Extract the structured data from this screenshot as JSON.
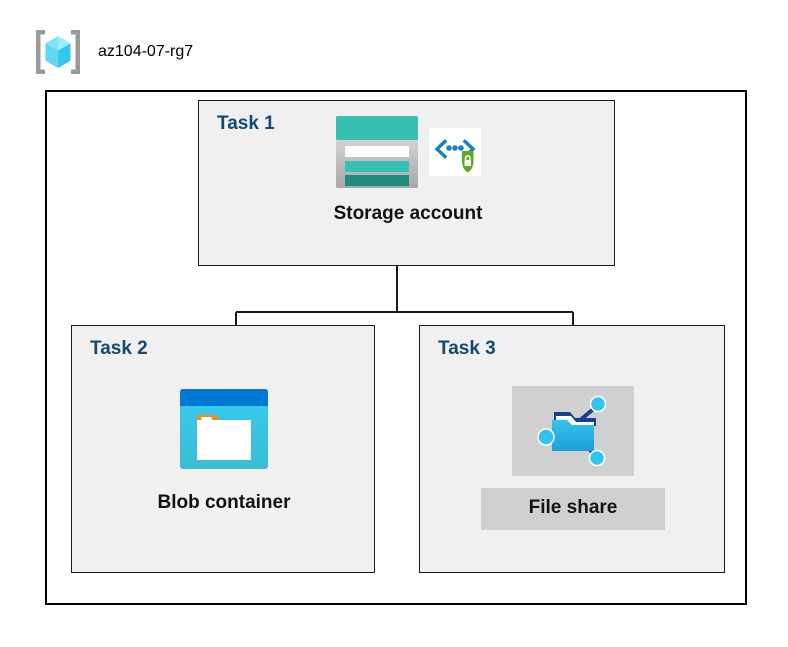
{
  "resource_group": {
    "name": "az104-07-rg7",
    "icon": "resource-group-cube-icon"
  },
  "tasks": [
    {
      "id": "task1",
      "label": "Task 1",
      "node": {
        "caption": "Storage account",
        "icons": [
          "storage-account-icon",
          "secure-endpoint-shield-icon"
        ]
      }
    },
    {
      "id": "task2",
      "label": "Task 2",
      "node": {
        "caption": "Blob container",
        "icons": [
          "blob-container-icon"
        ]
      }
    },
    {
      "id": "task3",
      "label": "Task 3",
      "node": {
        "caption": "File share",
        "icons": [
          "file-share-icon"
        ]
      }
    }
  ],
  "connections": [
    {
      "from": "Storage account",
      "to": "Blob container"
    },
    {
      "from": "Storage account",
      "to": "File share"
    }
  ],
  "colors": {
    "task_label": "#124a77",
    "caption": "#111111",
    "task_box_fill": "#f0f0f0",
    "outer_border": "#000000",
    "storage_teal": "#36bfb2",
    "storage_teal_dark": "#218a80",
    "blob_blue": "#0078d4",
    "blob_cyan": "#32c8ee",
    "blob_orange": "#f28b18",
    "shield_green": "#5fa91e",
    "share_node_cyan": "#2fc5f0",
    "share_folder_blue": "#1f9ed8",
    "plate_gray": "#d0d0d0"
  }
}
